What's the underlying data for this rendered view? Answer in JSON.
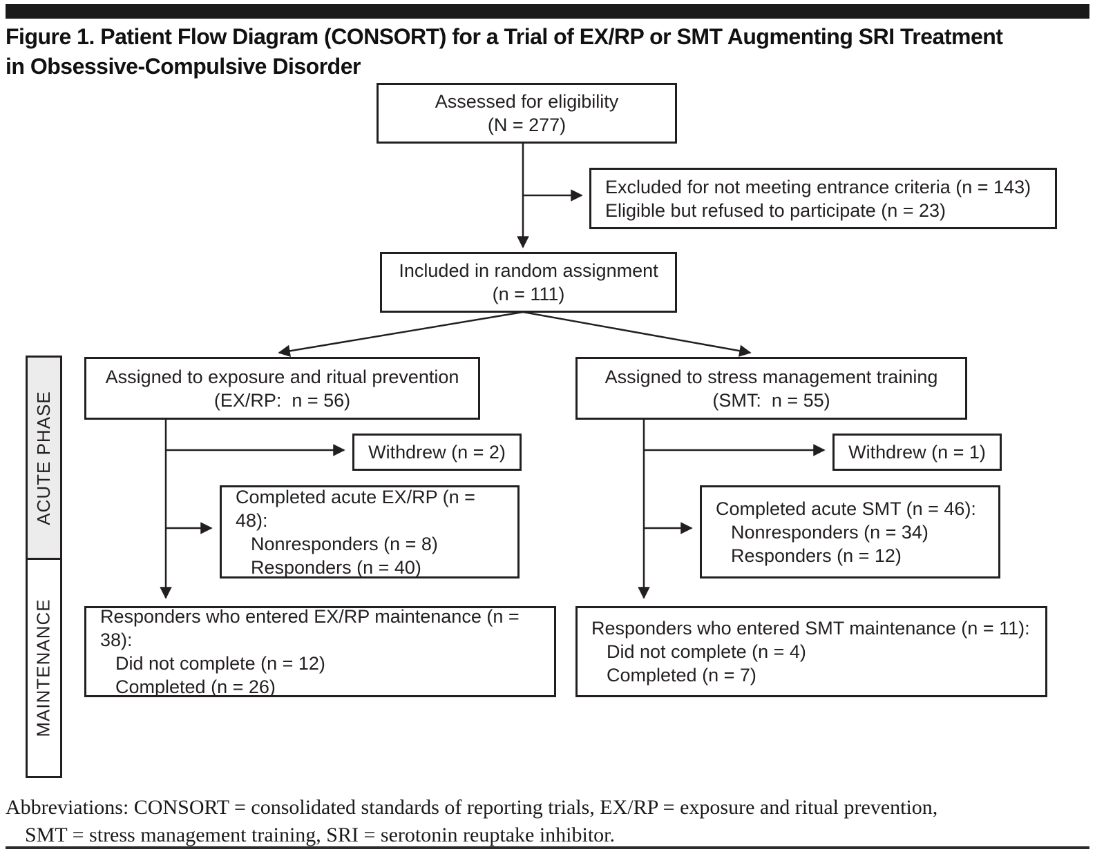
{
  "figure": {
    "title_line1": "Figure 1. Patient Flow Diagram (CONSORT) for a Trial of EX/RP or SMT Augmenting SRI Treatment",
    "title_line2": "in Obsessive-Compulsive Disorder"
  },
  "boxes": {
    "assessed": {
      "lines": [
        "Assessed for eligibility",
        "(N = 277)"
      ]
    },
    "excluded": {
      "lines": [
        "Excluded for not meeting entrance criteria (n = 143)",
        "Eligible but refused to participate (n = 23)"
      ]
    },
    "randomized": {
      "lines": [
        "Included in random assignment",
        "(n = 111)"
      ]
    },
    "exrp_assigned": {
      "lines": [
        "Assigned to exposure and ritual prevention",
        "(EX/RP:  n = 56)"
      ]
    },
    "smt_assigned": {
      "lines": [
        "Assigned to stress management training",
        "(SMT:  n = 55)"
      ]
    },
    "exrp_withdrew": {
      "lines": [
        "Withdrew (n = 2)"
      ]
    },
    "smt_withdrew": {
      "lines": [
        "Withdrew (n = 1)"
      ]
    },
    "exrp_completed": {
      "lines": [
        "Completed acute EX/RP (n = 48):",
        "Nonresponders (n = 8)",
        "Responders (n = 40)"
      ]
    },
    "smt_completed": {
      "lines": [
        "Completed acute SMT (n = 46):",
        "Nonresponders (n = 34)",
        "Responders (n = 12)"
      ]
    },
    "exrp_maintenance": {
      "lines": [
        "Responders who entered EX/RP maintenance (n = 38):",
        "Did not complete (n = 12)",
        "Completed (n = 26)"
      ]
    },
    "smt_maintenance": {
      "lines": [
        "Responders who entered SMT maintenance (n = 11):",
        "Did not complete (n = 4)",
        "Completed (n = 7)"
      ]
    }
  },
  "phase_labels": {
    "acute": "ACUTE PHASE",
    "maintenance": "MAINTENANCE"
  },
  "footnote": {
    "line1": "Abbreviations: CONSORT = consolidated standards of reporting trials, EX/RP = exposure and ritual prevention,",
    "line2": "SMT = stress management training, SRI = serotonin reuptake inhibitor."
  },
  "colors": {
    "line": "#231f20",
    "text": "#231f20",
    "acute_phase_fill": "#ececec",
    "maintenance_fill": "#ffffff",
    "top_bar": "#1a1a1a"
  }
}
